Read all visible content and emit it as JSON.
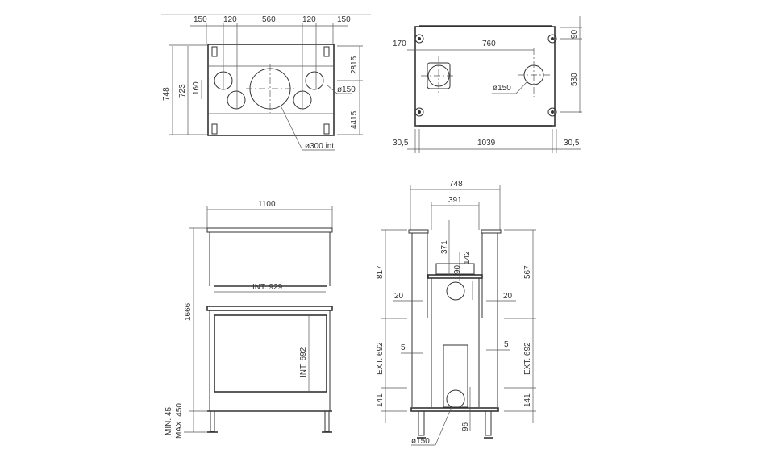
{
  "views": {
    "top_view": {
      "widths": [
        "150",
        "120",
        "560",
        "120",
        "150"
      ],
      "heights": [
        "748",
        "723",
        "160"
      ],
      "right": [
        "2815",
        "4415"
      ],
      "hole_small": "ø150",
      "hole_large": "ø300 int."
    },
    "bottom_view": {
      "d170": "170",
      "d760": "760",
      "d90": "90",
      "d530": "530",
      "hole": "ø150",
      "d30_left": "30,5",
      "d1039": "1039",
      "d30_right": "30,5"
    },
    "front_view": {
      "width": "1100",
      "int_width": "INT. 929",
      "height": "1666",
      "int_height": "INT. 692",
      "min": "MIN. 45",
      "max": "MAX. 450"
    },
    "side_view": {
      "width": "748",
      "inner": "391",
      "d371": "371",
      "d142": "142",
      "d90": "90",
      "d817": "817",
      "d567": "567",
      "d20_left": "20",
      "d20_right": "20",
      "d5_left": "5",
      "d5_right": "5",
      "ext_left": "EXT. 692",
      "ext_right": "EXT. 692",
      "d141_left": "141",
      "d141_right": "141",
      "d96": "96",
      "hole": "ø150"
    }
  }
}
